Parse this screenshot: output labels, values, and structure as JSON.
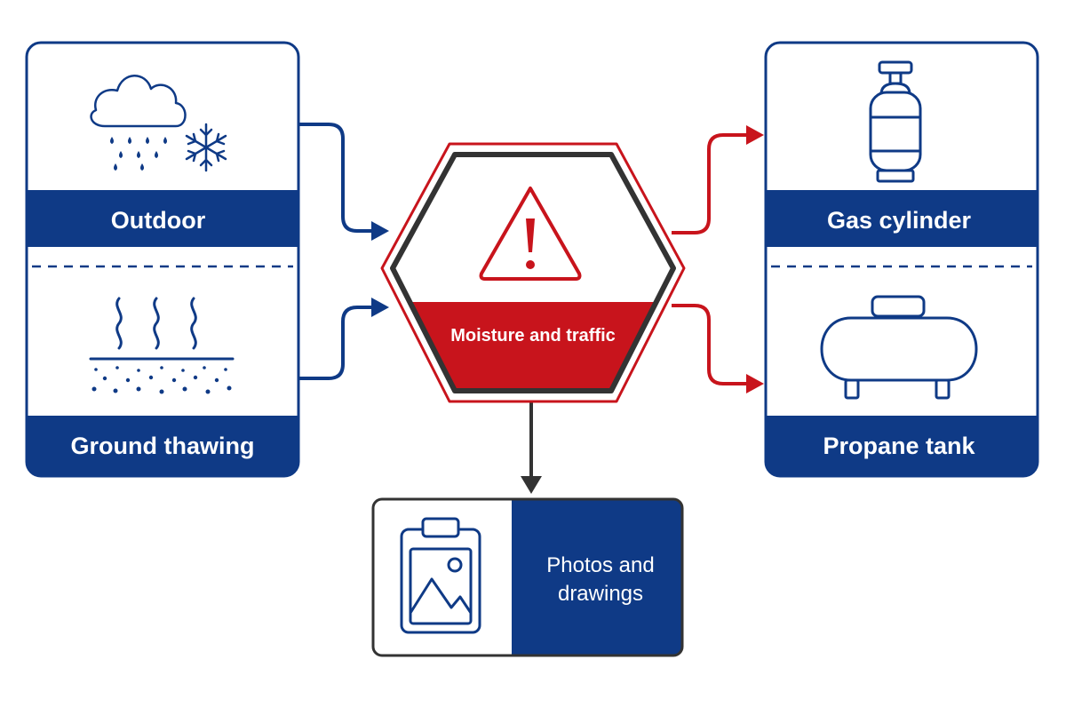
{
  "colors": {
    "navy": "#0f3a86",
    "red": "#c8141c",
    "dark": "#333333",
    "white": "#ffffff"
  },
  "left_panel": {
    "top_label": "Outdoor",
    "top_icon": "cloud-rain-snow-icon",
    "bottom_label": "Ground thawing",
    "bottom_icon": "steam-ground-icon"
  },
  "center": {
    "icon": "warning-triangle-icon",
    "label": "Moisture and traffic"
  },
  "right_panel": {
    "top_label": "Gas cylinder",
    "top_icon": "gas-cylinder-icon",
    "bottom_label": "Propane tank",
    "bottom_icon": "propane-tank-icon"
  },
  "bottom_box": {
    "icon": "clipboard-image-icon",
    "label_line1": "Photos and",
    "label_line2": "drawings"
  }
}
